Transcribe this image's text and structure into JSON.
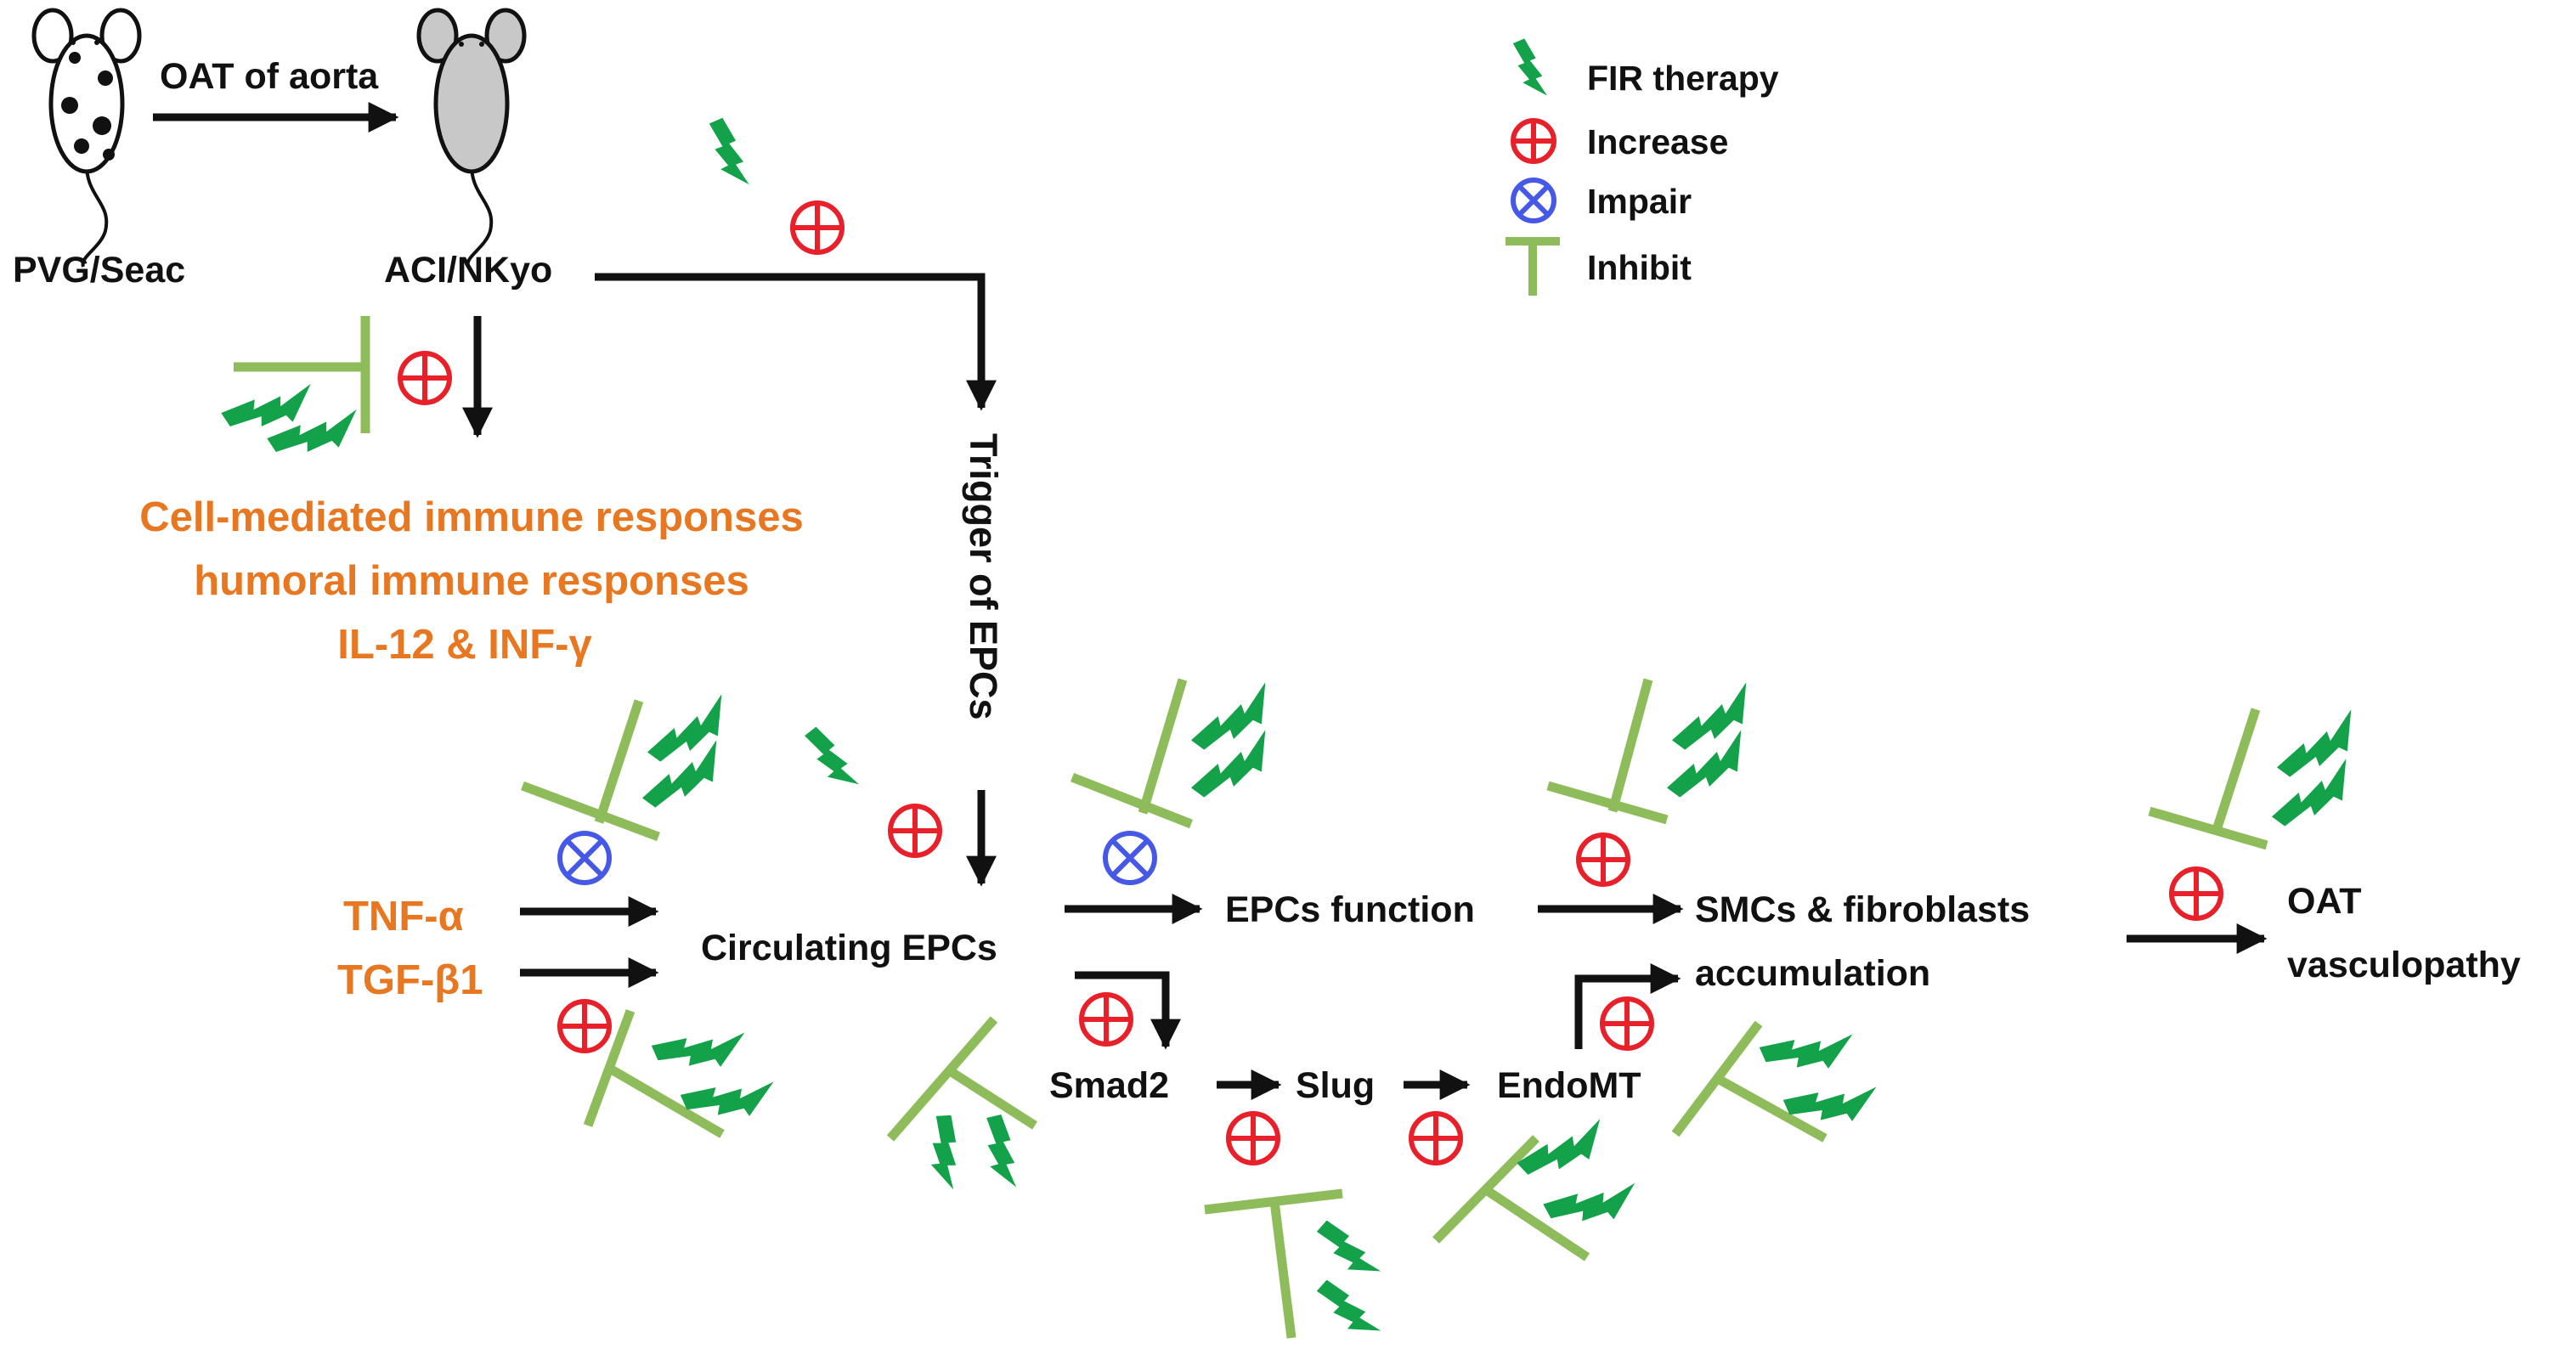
{
  "legend": {
    "fir_therapy": "FIR therapy",
    "increase": "Increase",
    "impair": "Impair",
    "inhibit": "Inhibit"
  },
  "top": {
    "oat_of_aorta": "OAT of aorta",
    "donor": "PVG/Seac",
    "recipient": "ACI/NKyo",
    "trigger": "Trigger of EPCs"
  },
  "immune": {
    "line1": "Cell-mediated immune responses",
    "line2": "humoral immune responses",
    "line3": "IL-12 & INF-γ"
  },
  "cytokines": {
    "tnf": "TNF-α",
    "tgf": "TGF-β1"
  },
  "pathway": {
    "circulating": "Circulating EPCs",
    "function": "EPCs function",
    "smcs1": "SMCs & fibroblasts",
    "smcs2": "accumulation",
    "oat1": "OAT",
    "oat2": "vasculopathy",
    "smad2": "Smad2",
    "slug": "Slug",
    "endomt": "EndoMT"
  },
  "colors": {
    "orange": "#e87722",
    "red": "#e8202a",
    "blue": "#4659e6",
    "inhibit_green": "#8fbc5a",
    "fir_green": "#13a24a",
    "black": "#111111"
  },
  "icons": {
    "fir": "lightning-bolt-icon",
    "increase": "circle-plus-icon",
    "impair": "circle-x-icon",
    "inhibit": "t-bar-icon",
    "mouse": "mouse-icon"
  }
}
